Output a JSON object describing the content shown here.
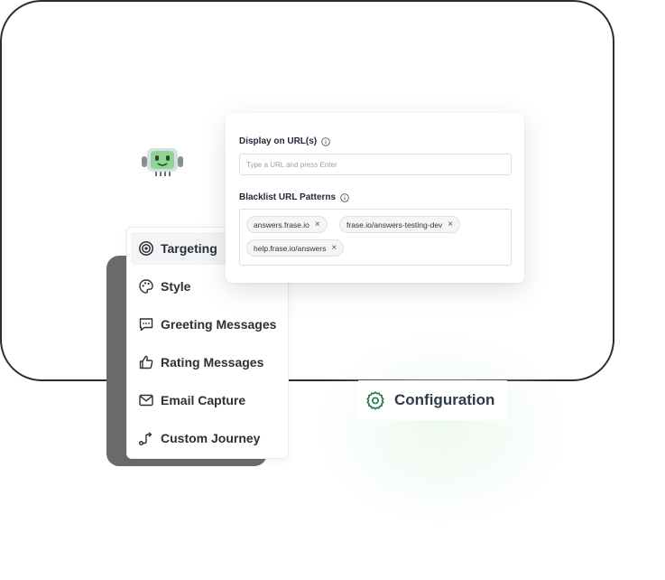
{
  "card": {
    "display_label": "Display on URL(s)",
    "display_placeholder": "Type a URL and press Enter",
    "blacklist_label": "Blacklist URL Patterns",
    "blacklist_tags": [
      "answers.frase.io",
      "frase.io/answers-testing-dev",
      "help.frase.io/answers"
    ]
  },
  "menu": {
    "items": [
      {
        "label": "Targeting",
        "icon": "target-icon",
        "active": true
      },
      {
        "label": "Style",
        "icon": "palette-icon",
        "active": false
      },
      {
        "label": "Greeting Messages",
        "icon": "chat-bubble-icon",
        "active": false
      },
      {
        "label": "Rating Messages",
        "icon": "thumbs-up-icon",
        "active": false
      },
      {
        "label": "Email Capture",
        "icon": "envelope-icon",
        "active": false
      },
      {
        "label": "Custom Journey",
        "icon": "route-icon",
        "active": false
      }
    ]
  },
  "config": {
    "label": "Configuration",
    "icon": "gear-icon",
    "accent": "#1f7a4d"
  },
  "robot": {
    "icon": "robot-icon"
  }
}
